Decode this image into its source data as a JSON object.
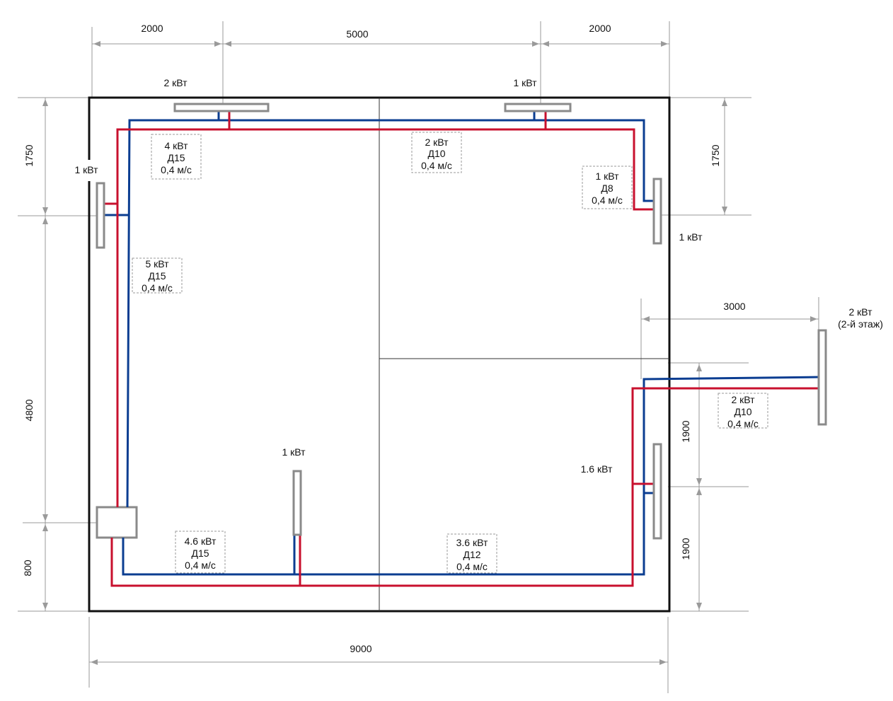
{
  "colors": {
    "wall": "#111111",
    "partition": "#333333",
    "dimension": "#9a9a9a",
    "supply_pipe": "#c8102e",
    "return_pipe": "#0b3d91",
    "radiator": "#8a8a8a",
    "note_border": "#9a9a9a"
  },
  "dimensions": {
    "top_left_2000": "2000",
    "top_mid_5000": "5000",
    "top_right_2000": "2000",
    "bottom_9000": "9000",
    "left_1750": "1750",
    "left_4800": "4800",
    "left_800": "800",
    "right_1750": "1750",
    "ext_3000": "3000",
    "right_1900_upper": "1900",
    "right_1900_lower": "1900"
  },
  "radiators": {
    "top_left": "2 кВт",
    "top_right": "1 кВт",
    "left_wall": "1 кВт",
    "right_wall_upper": "1 кВт",
    "center_bottom": "1 кВт",
    "right_wall_lower": "1.6 кВт",
    "external_power": "2 кВт",
    "external_floor": "(2-й этаж)"
  },
  "pipe_notes": [
    {
      "power": "4 кВт",
      "diameter": "Д15",
      "speed": "0,4 м/с"
    },
    {
      "power": "2 кВт",
      "diameter": "Д10",
      "speed": "0,4 м/с"
    },
    {
      "power": "1 кВт",
      "diameter": "Д8",
      "speed": "0,4 м/с"
    },
    {
      "power": "5 кВт",
      "diameter": "Д15",
      "speed": "0,4 м/с"
    },
    {
      "power": "2 кВт",
      "diameter": "Д10",
      "speed": "0,4 м/с"
    },
    {
      "power": "4.6 кВт",
      "diameter": "Д15",
      "speed": "0,4 м/с"
    },
    {
      "power": "3.6 кВт",
      "diameter": "Д12",
      "speed": "0,4 м/с"
    }
  ]
}
